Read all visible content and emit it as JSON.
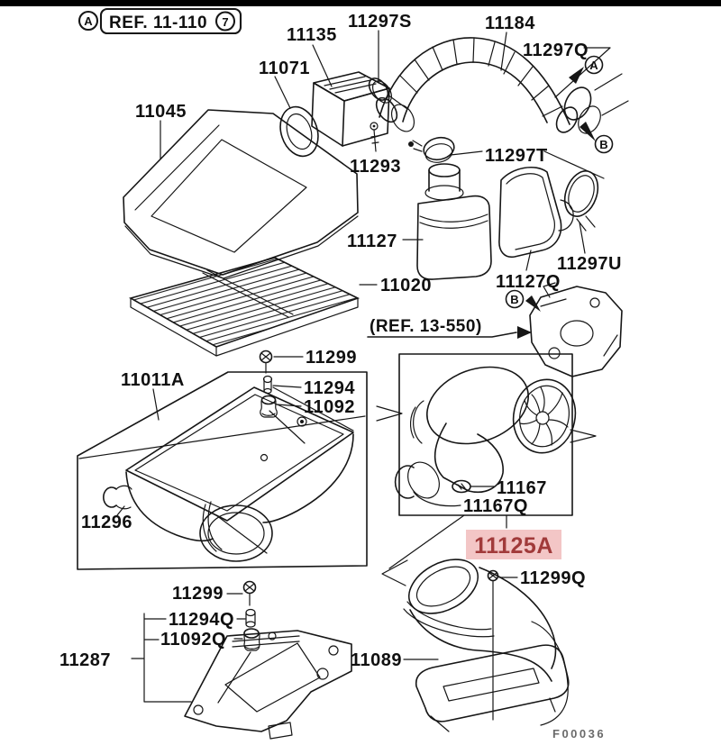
{
  "colors": {
    "top_bar": "#000000",
    "line": "#161616",
    "highlight_bg": "#f3c6c6",
    "highlight_text": "#a13a3a",
    "code_text": "#6a6a6a"
  },
  "header": {
    "marker_a": "A",
    "ref_text": "REF. 11-110",
    "ref_badge": "7"
  },
  "markers": {
    "inlet_a": "A",
    "inlet_b": "B",
    "throttle_b": "B"
  },
  "notes": {
    "ref_13_550": "(REF. 13-550)",
    "drawing_code": "F00036"
  },
  "parts": {
    "p11135": "11135",
    "p11297S": "11297S",
    "p11184": "11184",
    "p11297Q": "11297Q",
    "p11071": "11071",
    "p11045": "11045",
    "p11293": "11293",
    "p11297T": "11297T",
    "p11127": "11127",
    "p11127Q": "11127Q",
    "p11297U": "11297U",
    "p11020": "11020",
    "p11299_top": "11299",
    "p11011A": "11011A",
    "p11294": "11294",
    "p11092": "11092",
    "p11296": "11296",
    "p11167": "11167",
    "p11167Q": "11167Q",
    "p11125A": "11125A",
    "p11299Q": "11299Q",
    "p11299_bottom": "11299",
    "p11294Q": "11294Q",
    "p11092Q": "11092Q",
    "p11287": "11287",
    "p11089": "11089"
  }
}
